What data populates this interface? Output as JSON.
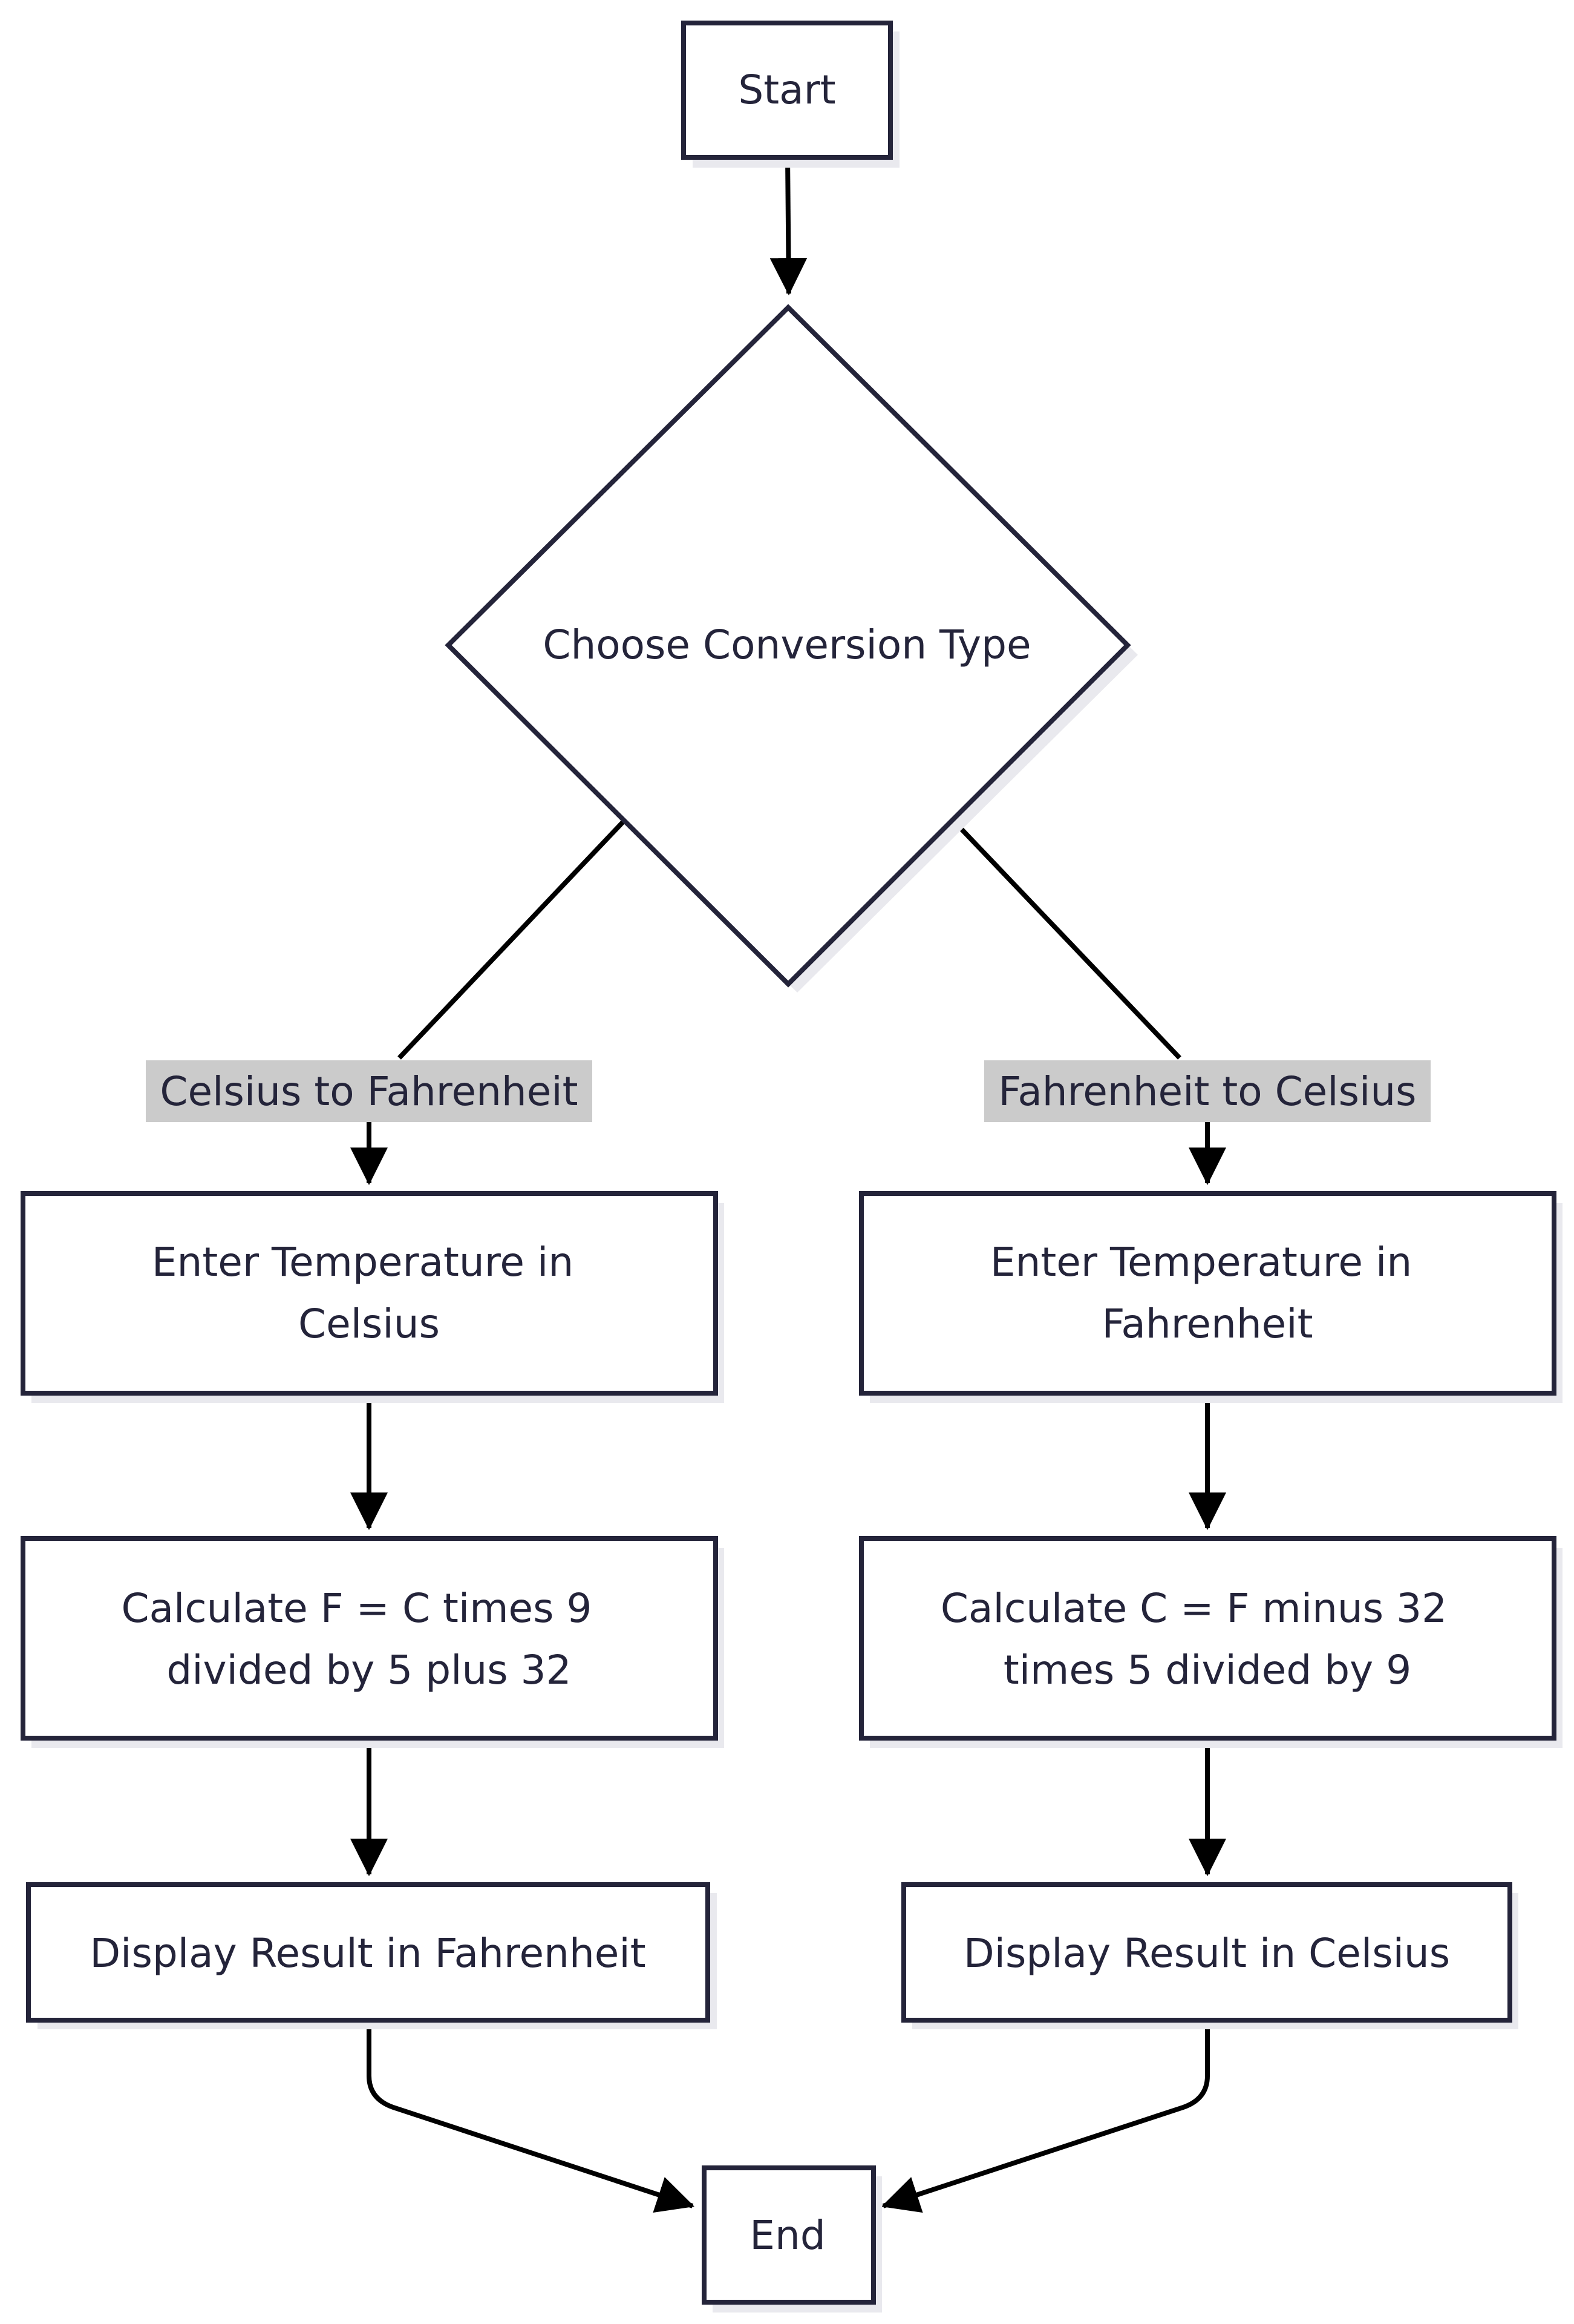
{
  "diagram": {
    "nodes": {
      "start": "Start",
      "decision": "Choose Conversion Type",
      "enter_celsius": [
        "Enter Temperature in",
        "Celsius"
      ],
      "enter_fahrenheit": [
        "Enter Temperature in",
        "Fahrenheit"
      ],
      "calc_f": [
        "Calculate F = C times 9",
        "divided by 5 plus 32"
      ],
      "calc_c": [
        "Calculate C = F minus 32",
        "times 5 divided by 9"
      ],
      "display_f": "Display Result in Fahrenheit",
      "display_c": "Display Result in Celsius",
      "end": "End"
    },
    "edge_labels": {
      "c_to_f": "Celsius to Fahrenheit",
      "f_to_c": "Fahrenheit to Celsius"
    },
    "colors": {
      "node_stroke": "#24243a",
      "node_fill": "#ffffff",
      "node_shadow": "#e9e9ee",
      "edge": "#000000",
      "edge_label_bg": "#cbcbcb",
      "text": "#24243a"
    }
  }
}
